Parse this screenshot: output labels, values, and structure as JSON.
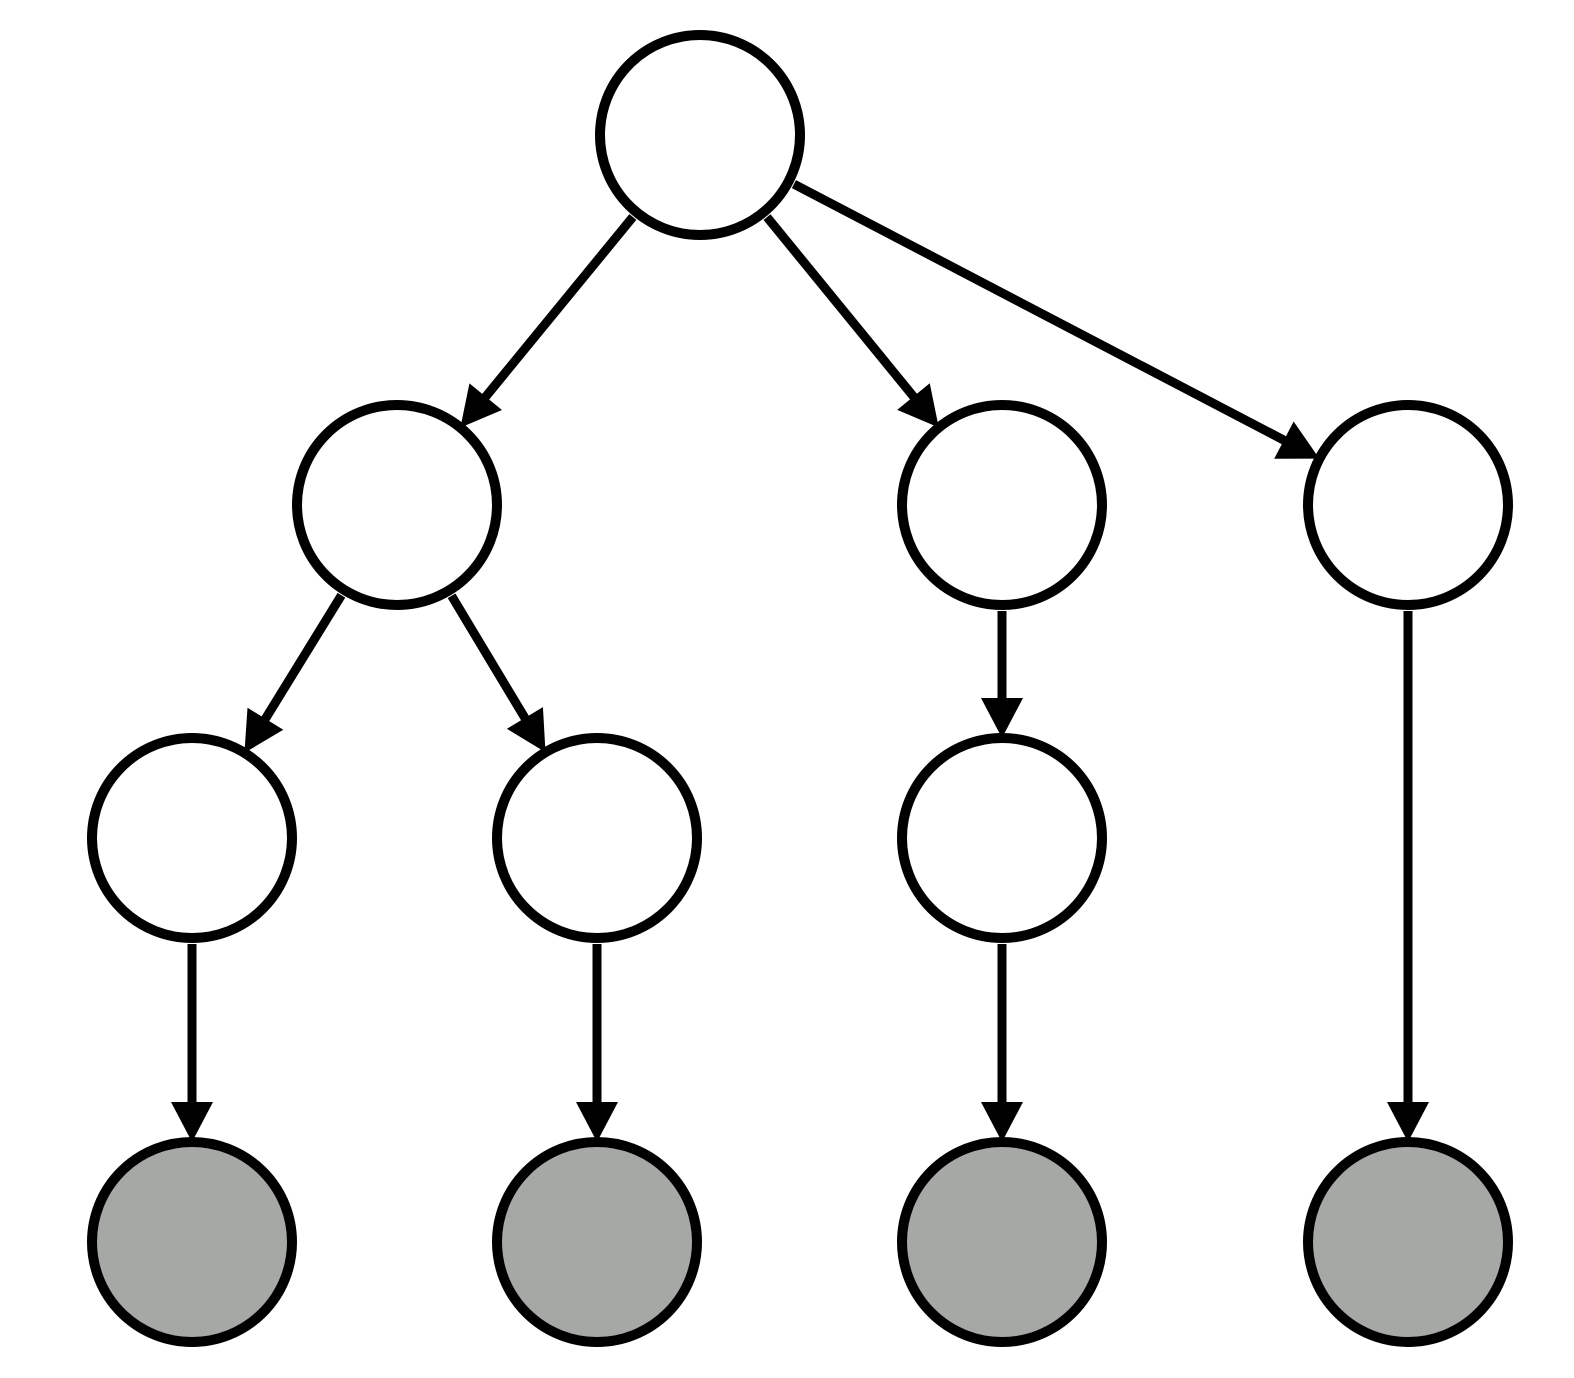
{
  "diagram": {
    "type": "tree",
    "colors": {
      "stroke": "#000000",
      "internal_fill": "#ffffff",
      "leaf_fill": "#a6a8a6"
    },
    "nodes": [
      {
        "id": "root",
        "kind": "internal"
      },
      {
        "id": "a",
        "kind": "internal"
      },
      {
        "id": "b",
        "kind": "internal"
      },
      {
        "id": "c",
        "kind": "internal"
      },
      {
        "id": "a1",
        "kind": "internal"
      },
      {
        "id": "a2",
        "kind": "internal"
      },
      {
        "id": "b1",
        "kind": "internal"
      },
      {
        "id": "leaf-a1",
        "kind": "leaf"
      },
      {
        "id": "leaf-a2",
        "kind": "leaf"
      },
      {
        "id": "leaf-b1",
        "kind": "leaf"
      },
      {
        "id": "leaf-c",
        "kind": "leaf"
      }
    ],
    "edges": [
      {
        "from": "root",
        "to": "a"
      },
      {
        "from": "root",
        "to": "b"
      },
      {
        "from": "root",
        "to": "c"
      },
      {
        "from": "a",
        "to": "a1"
      },
      {
        "from": "a",
        "to": "a2"
      },
      {
        "from": "b",
        "to": "b1"
      },
      {
        "from": "a1",
        "to": "leaf-a1"
      },
      {
        "from": "a2",
        "to": "leaf-a2"
      },
      {
        "from": "b1",
        "to": "leaf-b1"
      },
      {
        "from": "c",
        "to": "leaf-c"
      }
    ]
  }
}
